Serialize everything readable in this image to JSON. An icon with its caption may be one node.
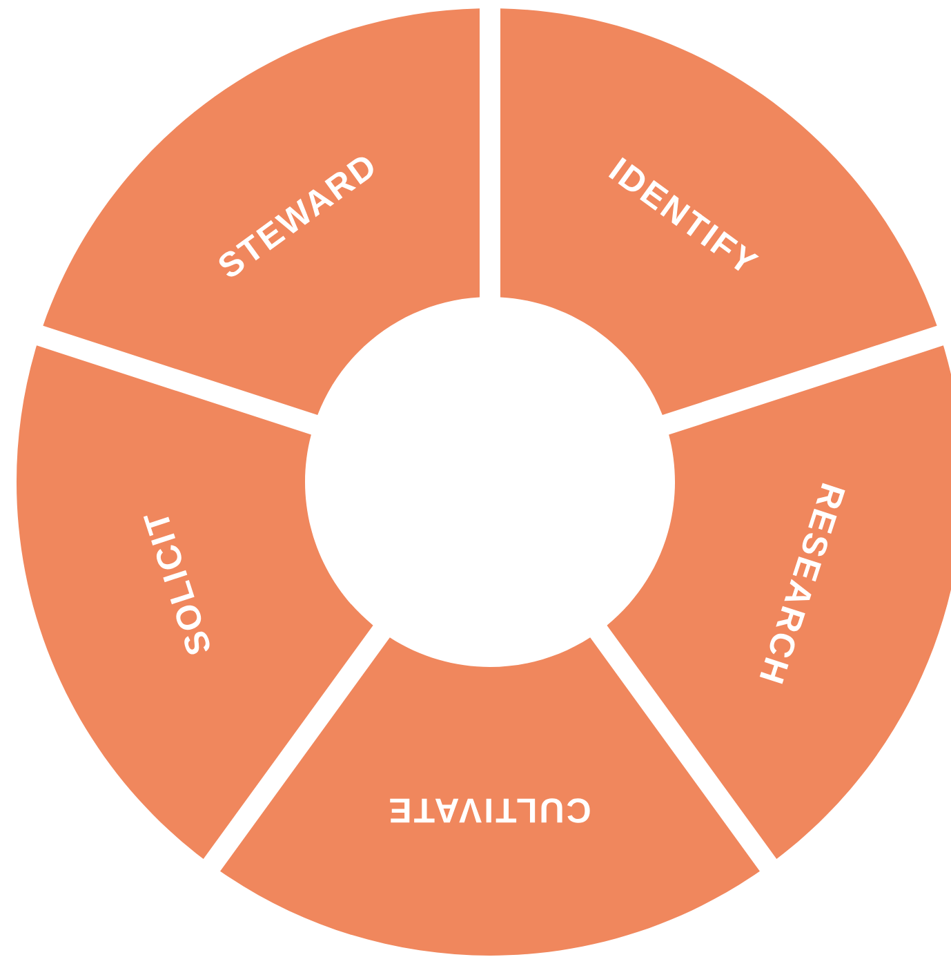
{
  "diagram": {
    "nodes": [
      {
        "text": [
          "IDENTIFY"
        ]
      },
      {
        "text": [
          "RESEARCH"
        ]
      },
      {
        "text": [
          "CULTIVATE"
        ]
      },
      {
        "text": [
          "SOLICIT"
        ]
      },
      {
        "text": [
          "STEWARD"
        ]
      }
    ]
  }
}
